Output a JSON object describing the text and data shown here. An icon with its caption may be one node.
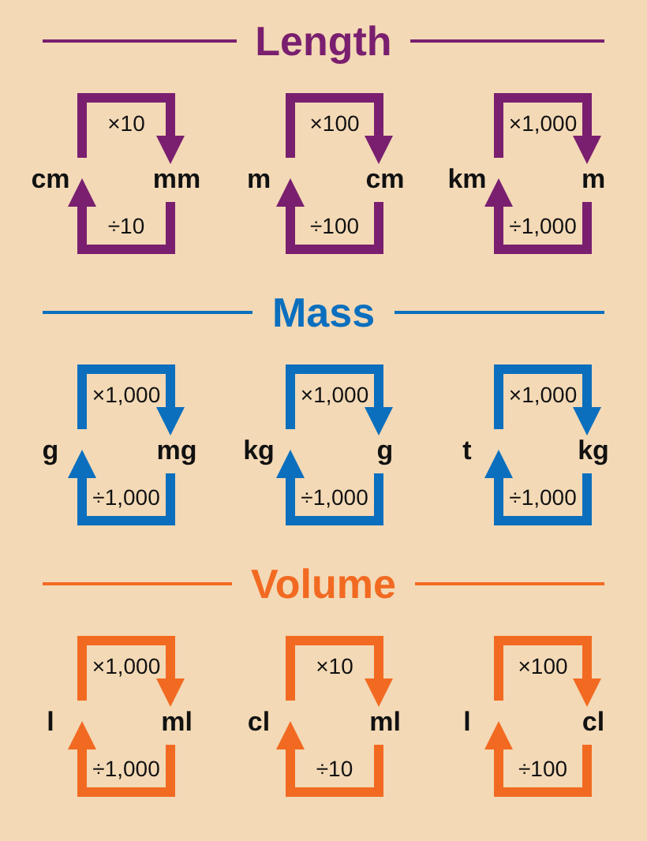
{
  "diagram": {
    "nodes": [
      {
        "text": [
          "cm"
        ]
      },
      {
        "text": [
          "mm"
        ]
      },
      {
        "text": [
          "m"
        ]
      },
      {
        "text": [
          "cm"
        ]
      },
      {
        "text": [
          "km"
        ]
      },
      {
        "text": [
          "m"
        ]
      },
      {
        "text": [
          "g"
        ]
      },
      {
        "text": [
          "mg"
        ]
      },
      {
        "text": [
          "kg"
        ]
      },
      {
        "text": [
          "g"
        ]
      },
      {
        "text": [
          "t"
        ]
      },
      {
        "text": [
          "kg"
        ]
      },
      {
        "text": [
          "l"
        ]
      },
      {
        "text": [
          "ml"
        ]
      },
      {
        "text": [
          "cl"
        ]
      },
      {
        "text": [
          "ml"
        ]
      },
      {
        "text": [
          "l"
        ]
      },
      {
        "text": [
          "cl"
        ]
      }
    ],
    "edges": [
      {
        "from": 0,
        "to": 1,
        "arrow": "to",
        "label": "×10",
        "color": "#7a1f6f"
      },
      {
        "from": 1,
        "to": 0,
        "arrow": "to",
        "label": "÷10",
        "color": "#7a1f6f"
      },
      {
        "from": 2,
        "to": 3,
        "arrow": "to",
        "label": "×100",
        "color": "#7a1f6f"
      },
      {
        "from": 3,
        "to": 2,
        "arrow": "to",
        "label": "÷100",
        "color": "#7a1f6f"
      },
      {
        "from": 4,
        "to": 5,
        "arrow": "to",
        "label": "×1,000",
        "color": "#7a1f6f"
      },
      {
        "from": 5,
        "to": 4,
        "arrow": "to",
        "label": "÷1,000",
        "color": "#7a1f6f"
      },
      {
        "from": 6,
        "to": 7,
        "arrow": "to",
        "label": "×1,000",
        "color": "#0b6fbe"
      },
      {
        "from": 7,
        "to": 6,
        "arrow": "to",
        "label": "÷1,000",
        "color": "#0b6fbe"
      },
      {
        "from": 8,
        "to": 9,
        "arrow": "to",
        "label": "×1,000",
        "color": "#0b6fbe"
      },
      {
        "from": 9,
        "to": 8,
        "arrow": "to",
        "label": "÷1,000",
        "color": "#0b6fbe"
      },
      {
        "from": 10,
        "to": 11,
        "arrow": "to",
        "label": "×1,000",
        "color": "#0b6fbe"
      },
      {
        "from": 11,
        "to": 10,
        "arrow": "to",
        "label": "÷1,000",
        "color": "#0b6fbe"
      },
      {
        "from": 12,
        "to": 13,
        "arrow": "to",
        "label": "×1,000",
        "color": "#f26a22"
      },
      {
        "from": 13,
        "to": 12,
        "arrow": "to",
        "label": "÷1,000",
        "color": "#f26a22"
      },
      {
        "from": 14,
        "to": 15,
        "arrow": "to",
        "label": "×10",
        "color": "#f26a22"
      },
      {
        "from": 15,
        "to": 14,
        "arrow": "to",
        "label": "÷10",
        "color": "#f26a22"
      },
      {
        "from": 16,
        "to": 17,
        "arrow": "to",
        "label": "×100",
        "color": "#f26a22"
      },
      {
        "from": 17,
        "to": 16,
        "arrow": "to",
        "label": "÷100",
        "color": "#f26a22"
      }
    ],
    "labels": [
      "Length",
      "Mass",
      "Volume"
    ]
  }
}
